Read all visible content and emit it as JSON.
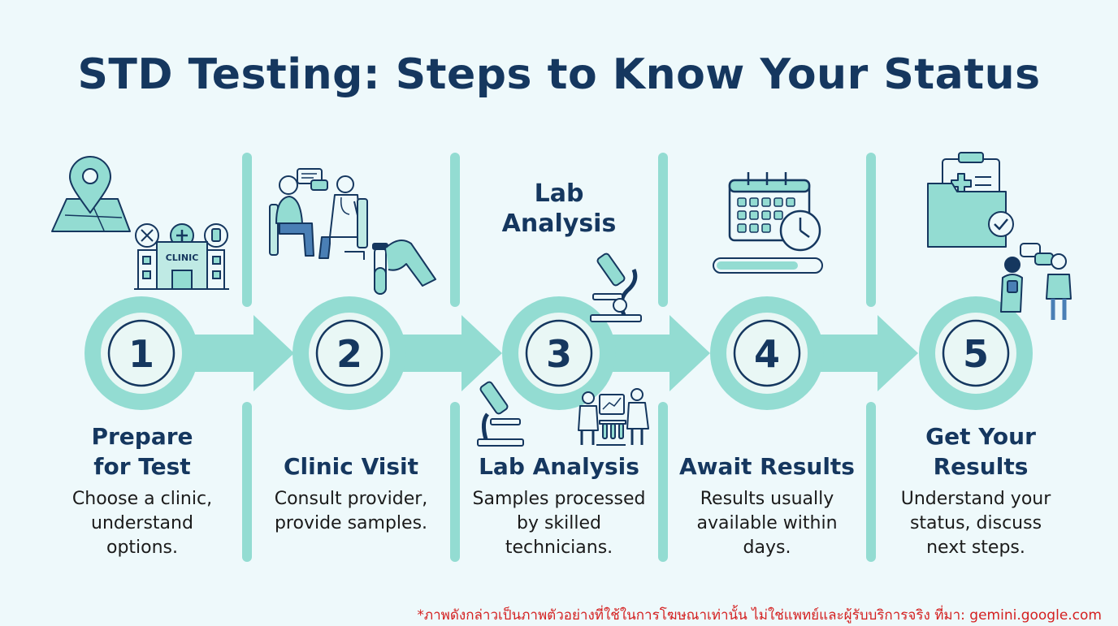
{
  "title": "STD Testing: Steps to Know Your Status",
  "steps": [
    {
      "number": "1",
      "title_line1": "Prepare",
      "title_line2": "for Test",
      "desc_line1": "Choose a clinic,",
      "desc_line2": "understand",
      "desc_line3": "options."
    },
    {
      "number": "2",
      "title_line1": "",
      "title_line2": "Clinic Visit",
      "desc_line1": "Consult provider,",
      "desc_line2": "provide samples.",
      "desc_line3": ""
    },
    {
      "number": "3",
      "title_line1": "",
      "title_line2": "Lab Analysis",
      "desc_line1": "Samples processed",
      "desc_line2": "by skilled",
      "desc_line3": "technicians."
    },
    {
      "number": "4",
      "title_line1": "",
      "title_line2": "Await Results",
      "desc_line1": "Results usually",
      "desc_line2": "available within",
      "desc_line3": "days."
    },
    {
      "number": "5",
      "title_line1": "Get Your",
      "title_line2": "Results",
      "desc_line1": "Understand your",
      "desc_line2": "status, discuss",
      "desc_line3": "next steps."
    }
  ],
  "lab_label_line1": "Lab",
  "lab_label_line2": "Analysis",
  "clinic_sign": "CLINIC",
  "footnote": "*ภาพดังกล่าวเป็นภาพตัวอย่างที่ใช้ในการโฆษณาเท่านั้น ไม่ใช่แพทย์และผู้รับบริการจริง ที่มา: gemini.google.com",
  "colors": {
    "navy": "#15375f",
    "teal": "#93dcd2",
    "teal_light": "#bfeae4",
    "background": "#eef9fb",
    "footnote": "#d42020"
  },
  "icons": [
    "map-pin-icon",
    "clinic-building-icon",
    "consultation-icon",
    "test-tube-hand-icon",
    "microscope-icon",
    "lab-technicians-icon",
    "calendar-clock-icon",
    "progress-bar-icon",
    "medical-folder-icon",
    "discussion-people-icon"
  ]
}
